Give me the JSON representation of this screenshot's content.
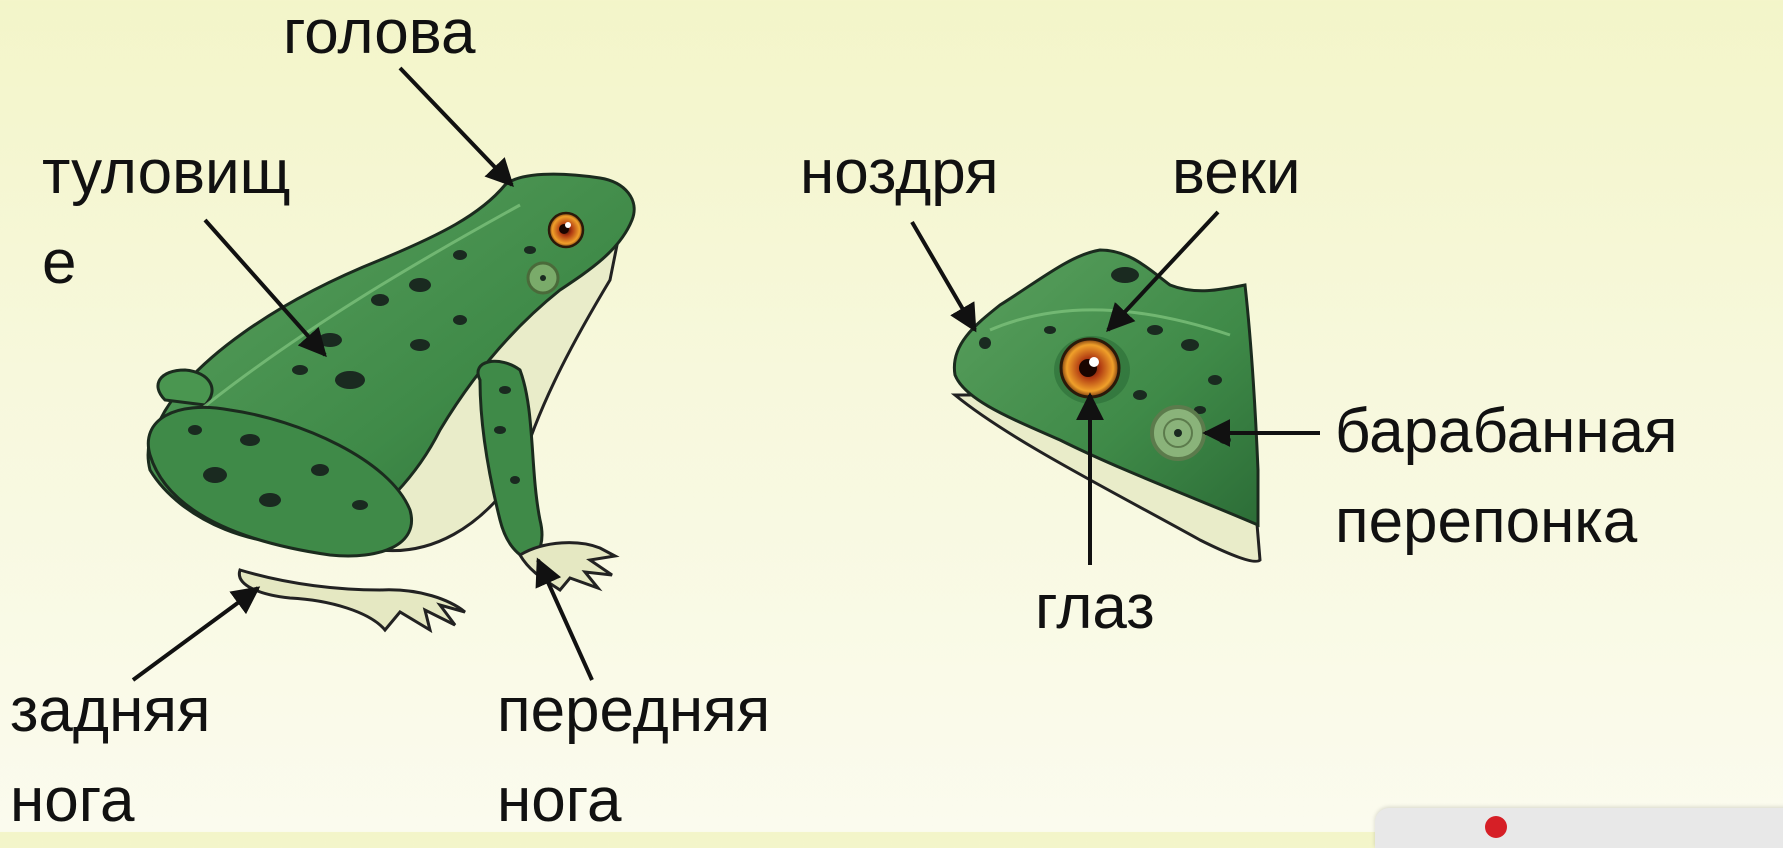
{
  "labels": {
    "golova": "голова",
    "tulovishche": "туловищ\nе",
    "zadnyaya_noga": "задняя\nнога",
    "perednyaya_noga": "передняя\nнога",
    "nozdrya": "ноздря",
    "veki": "веки",
    "glaz": "глаз",
    "barabannaya_pereponka": "барабанная\nперепонка"
  },
  "colors": {
    "frog_green": "#3f8a48",
    "frog_dark": "#1f5a2a",
    "belly": "#e9ecc9",
    "spot": "#1a2a20",
    "eye_iris": "#e07a1a",
    "watermark_red": "#d61f26"
  }
}
